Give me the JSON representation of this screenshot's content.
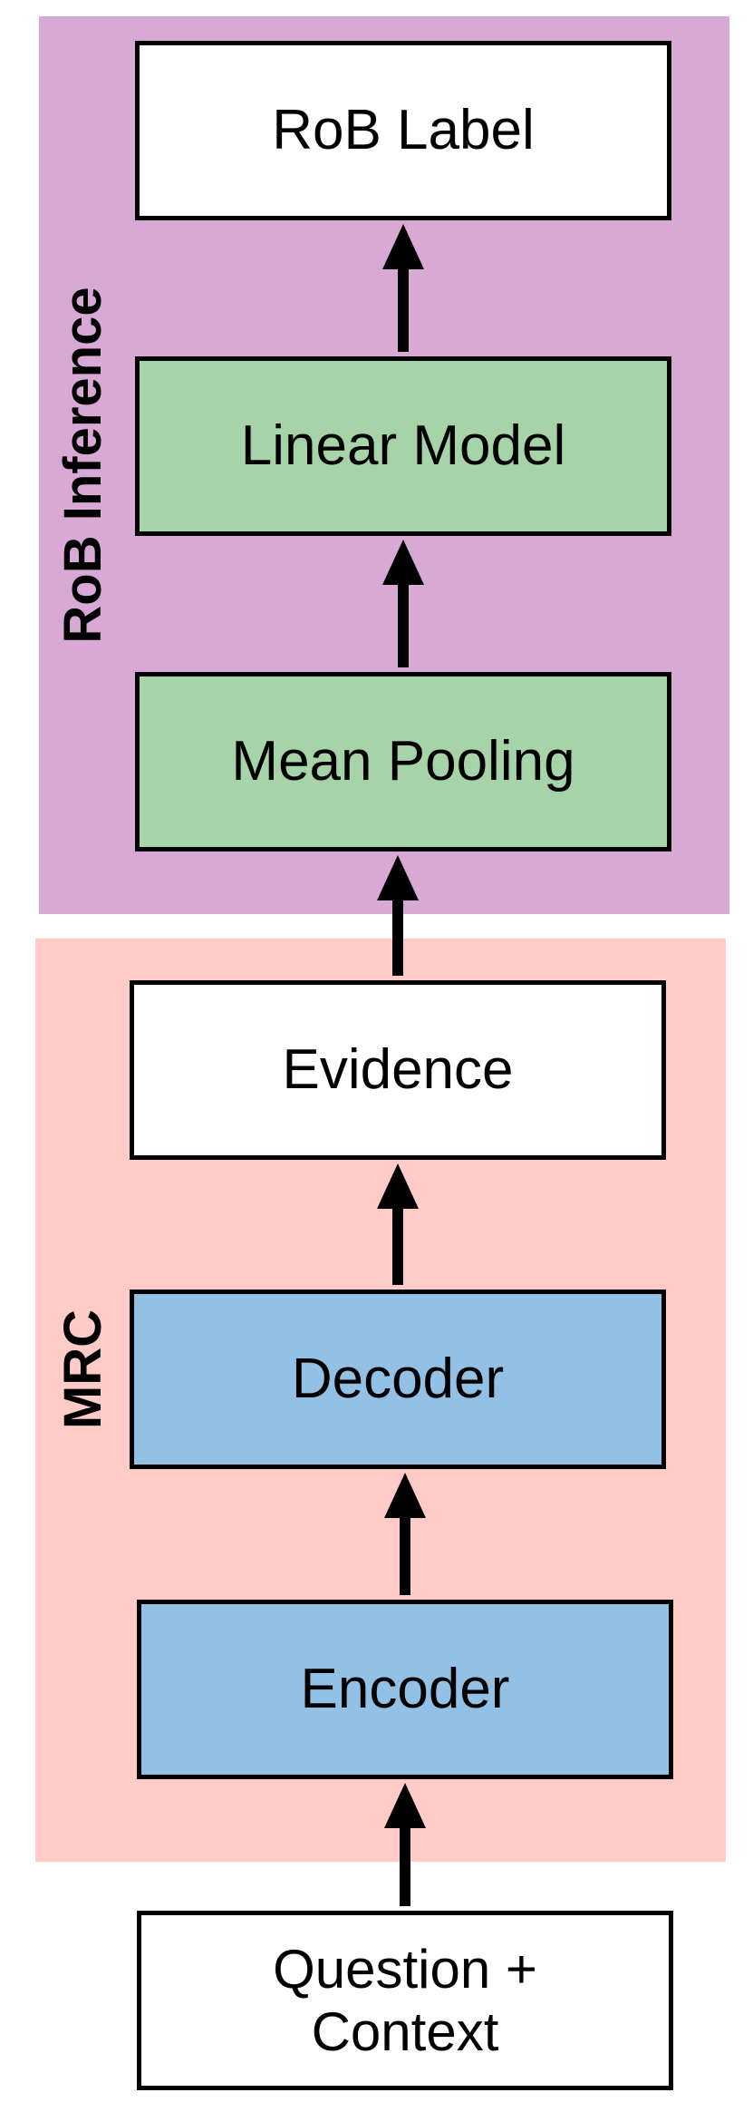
{
  "regions": {
    "rob_inference": {
      "label": "RoB Inference",
      "color": "#d8a9d4"
    },
    "mrc": {
      "label": "MRC",
      "color": "#fecbc6"
    }
  },
  "nodes": {
    "rob_label": {
      "text": "RoB Label",
      "color": "#ffffff"
    },
    "linear_model": {
      "text": "Linear Model",
      "color": "#a6d4a8"
    },
    "mean_pooling": {
      "text": "Mean Pooling",
      "color": "#a6d4a8"
    },
    "evidence": {
      "text": "Evidence",
      "color": "#ffffff"
    },
    "decoder": {
      "text": "Decoder",
      "color": "#93c1e5"
    },
    "encoder": {
      "text": "Encoder",
      "color": "#93c1e5"
    },
    "input": {
      "text": "Question +\nContext",
      "color": "#ffffff"
    }
  },
  "edges": [
    {
      "from": "input",
      "to": "encoder"
    },
    {
      "from": "encoder",
      "to": "decoder"
    },
    {
      "from": "decoder",
      "to": "evidence"
    },
    {
      "from": "evidence",
      "to": "mean_pooling"
    },
    {
      "from": "mean_pooling",
      "to": "linear_model"
    },
    {
      "from": "linear_model",
      "to": "rob_label"
    }
  ]
}
